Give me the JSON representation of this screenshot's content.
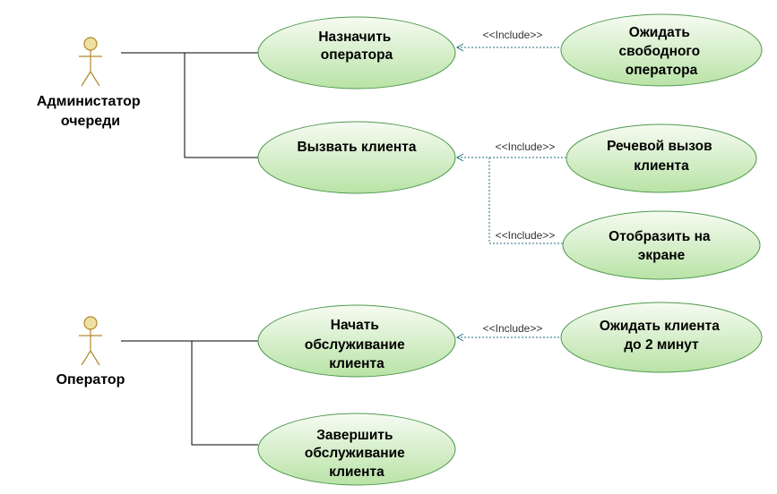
{
  "colors": {
    "usecase_fill_top": "#f6fbf2",
    "usecase_fill_bottom": "#b9e3a6",
    "usecase_stroke": "#4f9a4f",
    "actor_fill": "#f0e0a0",
    "actor_stroke": "#b08a2a",
    "include_line": "#1f6f7a"
  },
  "actors": [
    {
      "id": "admin",
      "lines": [
        "Администатор",
        "очереди"
      ]
    },
    {
      "id": "operator",
      "lines": [
        "Оператор"
      ]
    }
  ],
  "use_cases": [
    {
      "id": "assign",
      "lines": [
        "Назначить",
        "оператора"
      ]
    },
    {
      "id": "call",
      "lines": [
        "Вызвать клиента"
      ]
    },
    {
      "id": "wait_free",
      "lines": [
        "Ожидать",
        "свободного",
        "оператора"
      ]
    },
    {
      "id": "voice_call",
      "lines": [
        "Речевой вызов",
        "клиента"
      ]
    },
    {
      "id": "display",
      "lines": [
        "Отобразить на",
        "экране"
      ]
    },
    {
      "id": "start",
      "lines": [
        "Начать",
        "обслуживание",
        "клиента"
      ]
    },
    {
      "id": "wait_client",
      "lines": [
        "Ожидать клиента",
        "до 2 минут"
      ]
    },
    {
      "id": "finish",
      "lines": [
        "Завершить",
        "обслуживание",
        "клиента"
      ]
    }
  ],
  "include_label": "<<Include>>"
}
